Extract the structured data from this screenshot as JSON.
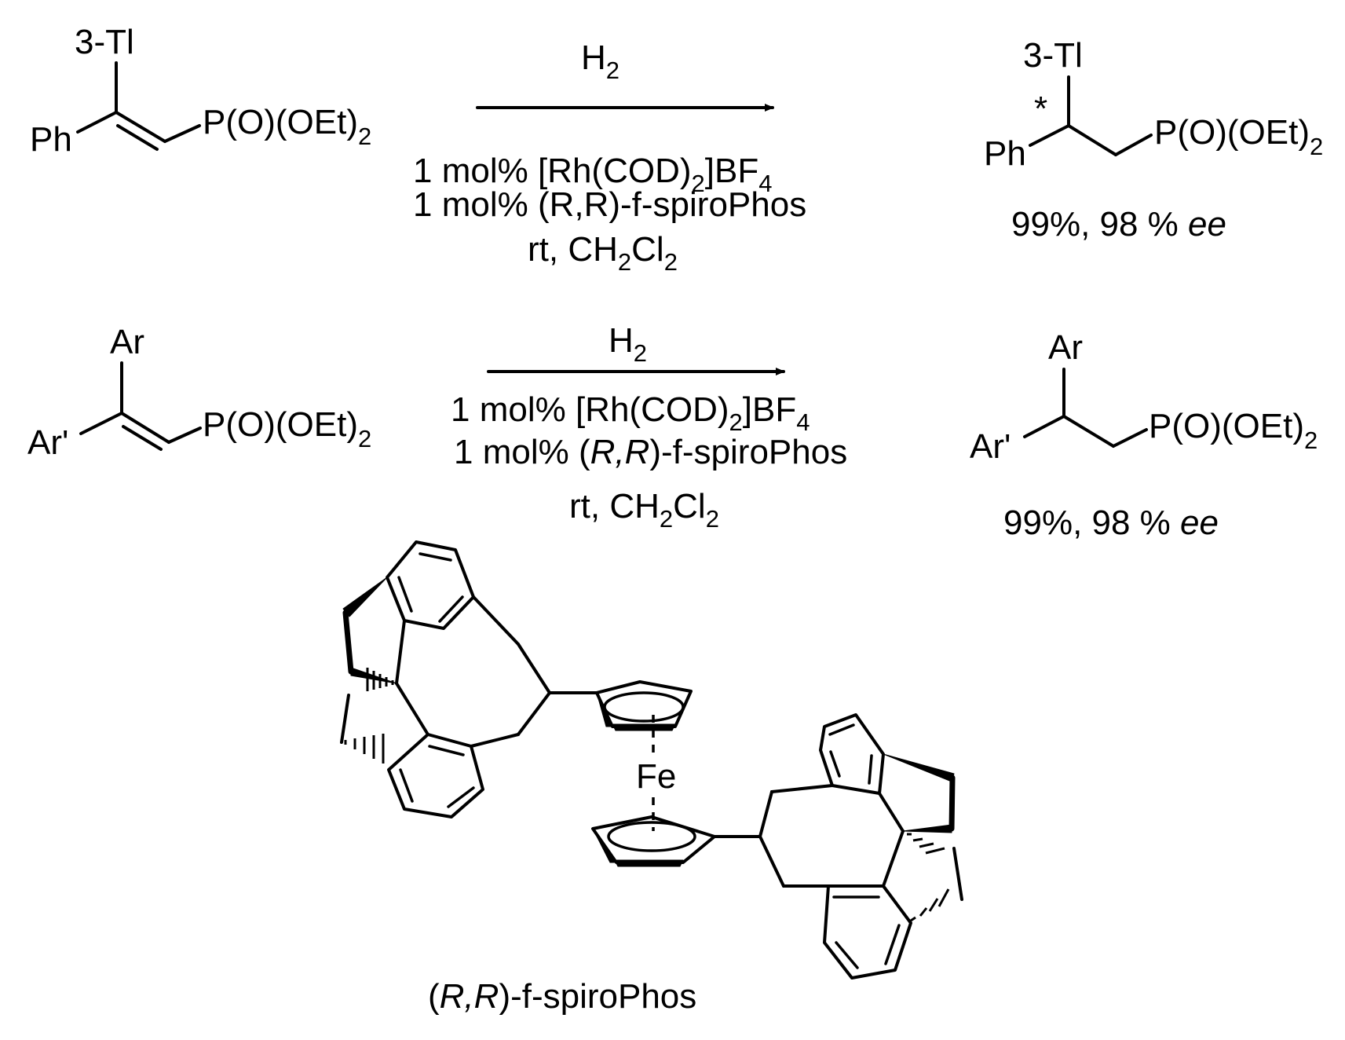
{
  "reaction1": {
    "substrate": {
      "aryl_top": "3-Tl",
      "aryl_left": "Ph",
      "phosphonate": {
        "main": "P(O)(OEt)",
        "sub": "2"
      }
    },
    "above_arrow": {
      "main": "H",
      "sub": "2"
    },
    "conditions": {
      "catalyst": {
        "pre": "1 mol% [Rh(COD)",
        "sub1": "2",
        "mid": "]BF",
        "sub2": "4"
      },
      "ligand": "1 mol% (R,R)-f-spiroPhos",
      "solvent": {
        "a": "rt, CH",
        "s1": "2",
        "b": "Cl",
        "s2": "2"
      }
    },
    "product": {
      "aryl_top": "3-Tl",
      "stereo_mark": "*",
      "aryl_left": "Ph",
      "phosphonate": {
        "main": "P(O)(OEt)",
        "sub": "2"
      }
    },
    "result": {
      "text": "99%, 98 % ",
      "ee": "ee"
    }
  },
  "reaction2": {
    "substrate": {
      "aryl_top": "Ar",
      "aryl_left": "Ar'",
      "phosphonate": {
        "main": "P(O)(OEt)",
        "sub": "2"
      }
    },
    "above_arrow": {
      "main": "H",
      "sub": "2"
    },
    "conditions": {
      "catalyst": {
        "pre": "1 mol% [Rh(COD)",
        "sub1": "2",
        "mid": "]BF",
        "sub2": "4"
      },
      "ligand": {
        "pre": "1 mol% (",
        "it": "R,R",
        "post": ")-f-spiroPhos"
      },
      "solvent": {
        "a": "rt, CH",
        "s1": "2",
        "b": "Cl",
        "s2": "2"
      }
    },
    "product": {
      "aryl_top": "Ar",
      "aryl_left": "Ar'",
      "phosphonate": {
        "main": "P(O)(OEt)",
        "sub": "2"
      }
    },
    "result": {
      "text": "99%, 98 % ",
      "ee": "ee"
    }
  },
  "ligand": {
    "metal": "Fe",
    "caption": {
      "pre": "(",
      "it": "R,R",
      "post": ")-f-spiroPhos"
    }
  }
}
